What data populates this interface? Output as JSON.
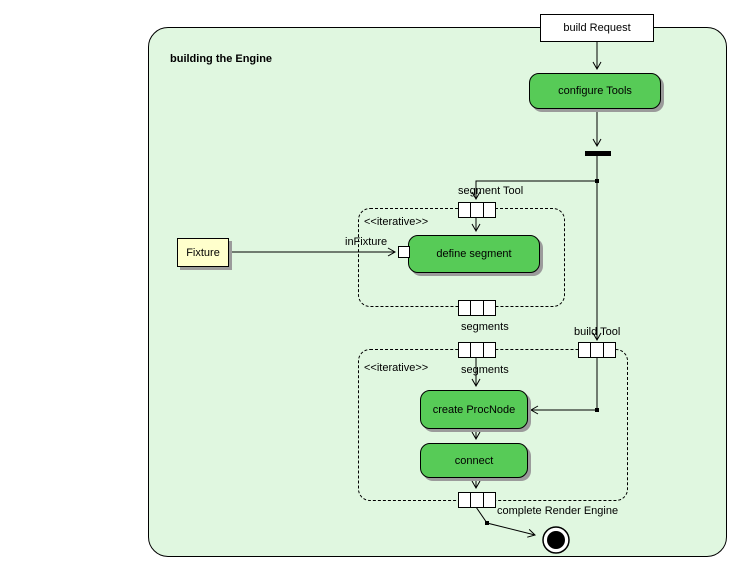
{
  "diagram": {
    "frame_title": "building the Engine",
    "initial_node_label": "build Request",
    "actions": {
      "configure_tools": "configure Tools",
      "define_segment": "define segment",
      "create_procnode": "create ProcNode",
      "connect": "connect"
    },
    "object_node_label": "Fixture",
    "pin_label": "inFixture",
    "regions": [
      {
        "stereotype": "<<iterative>>",
        "input_label": "segment Tool",
        "output_label": "segments"
      },
      {
        "stereotype": "<<iterative>>",
        "input_label": "segments",
        "tool_input_label": "build Tool",
        "output_label": "complete Render Engine"
      }
    ],
    "colors": {
      "frame_fill": "#e0f7e0",
      "action_fill": "#57cb57",
      "object_fill": "#ffffcc",
      "shadow": "#9b9b9b",
      "line": "#000000"
    }
  }
}
